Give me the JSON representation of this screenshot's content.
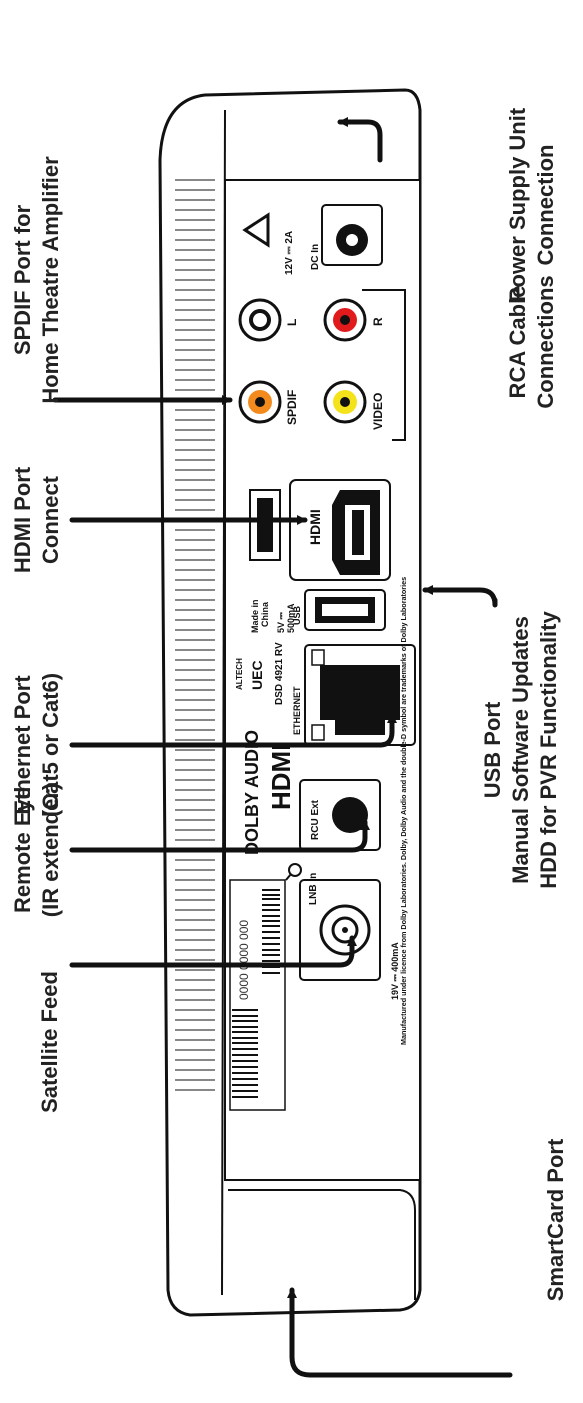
{
  "labels": {
    "power_l1": "Power Supply Unit",
    "power_l2": "Connection",
    "spdif_l1": "SPDIF Port for",
    "spdif_l2": "Home Theatre Amplifier",
    "rca_l1": "RCA Cable",
    "rca_l2": "Connections",
    "hdmi_l1": "HDMI Port",
    "hdmi_l2": "Connect",
    "usb_l1": "USB Port",
    "usb_l2": "Manual Software Updates",
    "usb_l3": "HDD for PVR Functionality",
    "eth_l1": "Ethernet Port",
    "eth_l2": "(Cat5 or Cat6)",
    "remote_l1": "Remote Eye",
    "remote_l2": "(IR extender)",
    "sat_l1": "Satellite Feed",
    "smart_l1": "SmartCard Port"
  },
  "box": {
    "dc_in": "DC In",
    "dc_rating": "12V ⎓ 2A",
    "audio_l": "L",
    "audio_r": "R",
    "spdif": "SPDIF",
    "video": "VIDEO",
    "hdmi_logo": "HDMI",
    "made_in": "Made in",
    "china": "China",
    "usb_rating": "5V ⎓",
    "usb_current": "500mA",
    "usb": "USB",
    "brand_small": "ALTECH",
    "brand": "UEC",
    "model": "DSD 4921 RV",
    "ethernet": "ETHERNET",
    "dolby": "DOLBY AUDIO",
    "hdmi_logo2": "HDMI",
    "rcu": "RCU Ext",
    "lnb": "LNB In",
    "lnb_rating": "19V ⎓ 400mA",
    "serial": "0000 0000 000",
    "trademark": "Manufactured under licence from Dolby Laboratories.  Dolby, Dolby Audio and the double-D symbol are trademarks of Dolby Laboratories"
  }
}
